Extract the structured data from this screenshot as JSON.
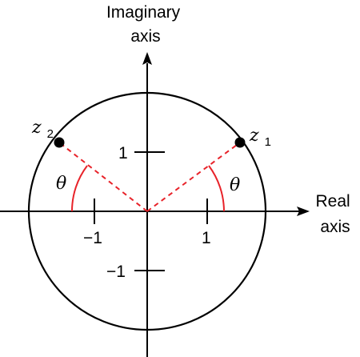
{
  "axes": {
    "imaginary_label": [
      "Imaginary",
      "axis"
    ],
    "real_label": [
      "Real",
      "axis"
    ]
  },
  "ticks": {
    "x_neg": "−1",
    "x_pos": "1",
    "y_pos": "1",
    "y_neg": "−1"
  },
  "points": {
    "z1": {
      "base": "z",
      "sub": "1"
    },
    "z2": {
      "base": "z",
      "sub": "2"
    }
  },
  "angle_symbol": "θ",
  "colors": {
    "axis": "#000000",
    "circle": "#000000",
    "point": "#000000",
    "ray": "#e8232a",
    "arc": "#e8232a"
  }
}
